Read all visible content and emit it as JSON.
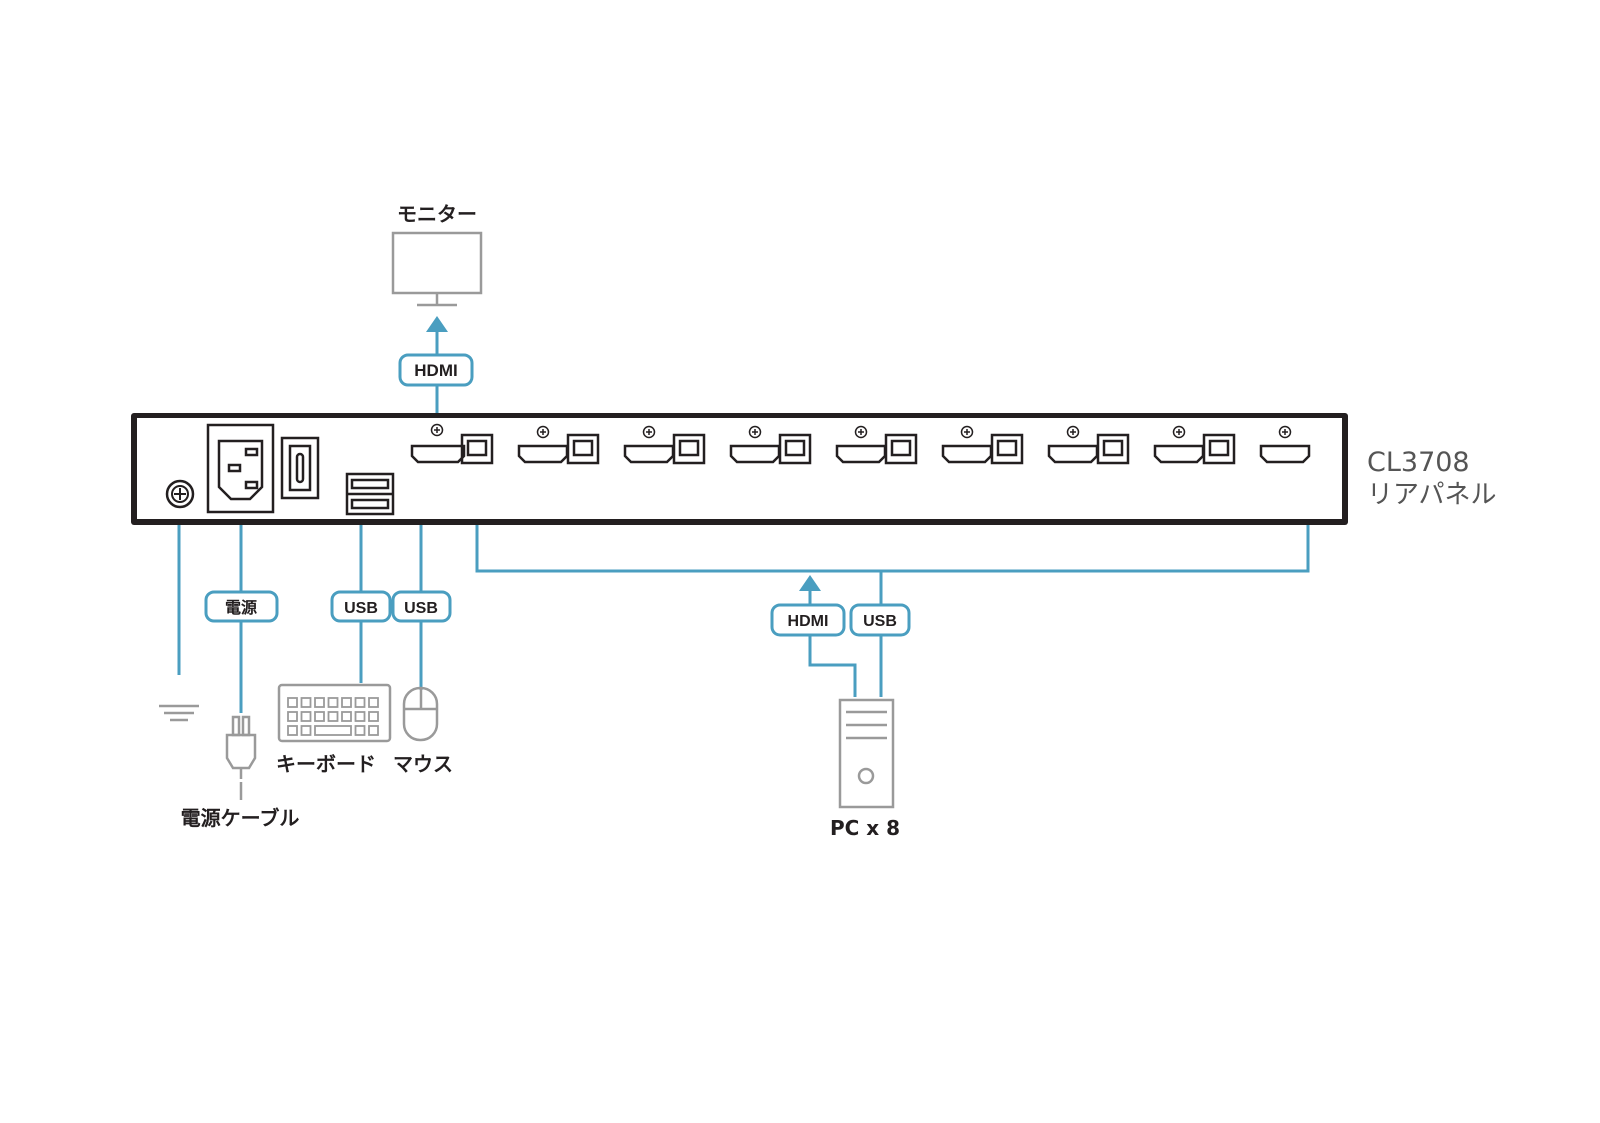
{
  "labels": {
    "monitor": "モニター",
    "power_cable": "電源ケーブル",
    "keyboard": "キーボード",
    "mouse": "マウス",
    "pc": "PC x 8"
  },
  "tags": {
    "monitor_hdmi": "HDMI",
    "power": "電源",
    "keyboard_usb": "USB",
    "mouse_usb": "USB",
    "pc_hdmi": "HDMI",
    "pc_usb": "USB"
  },
  "panel": {
    "model": "CL3708",
    "caption": "リアパネル",
    "pc_port_pairs": 8
  },
  "colors": {
    "cable": "#4a9ec0",
    "outline": "#231f20",
    "device": "#9a9a9a"
  }
}
